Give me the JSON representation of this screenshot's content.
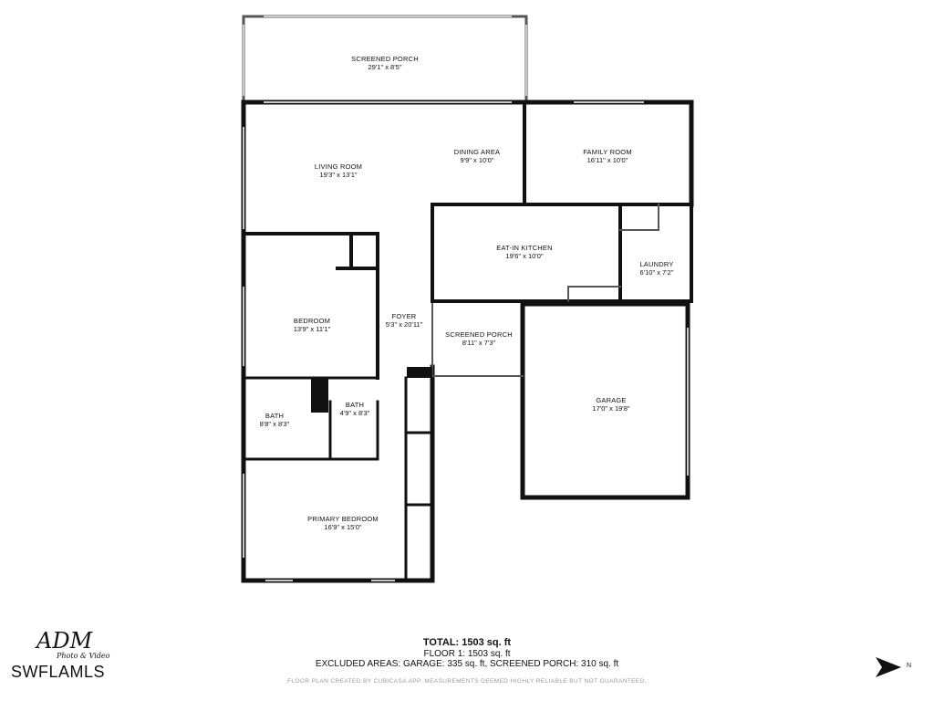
{
  "rooms": [
    {
      "id": "screened-porch-top",
      "name": "SCREENED PORCH",
      "dims": "29'1\" x 8'5\""
    },
    {
      "id": "living-room",
      "name": "LIVING ROOM",
      "dims": "19'3\" x 13'1\""
    },
    {
      "id": "dining-area",
      "name": "DINING AREA",
      "dims": "9'9\" x 10'0\""
    },
    {
      "id": "family-room",
      "name": "FAMILY ROOM",
      "dims": "16'11\" x 10'0\""
    },
    {
      "id": "eat-in-kitchen",
      "name": "EAT-IN KITCHEN",
      "dims": "19'6\" x 10'0\""
    },
    {
      "id": "laundry",
      "name": "LAUNDRY",
      "dims": "6'10\" x 7'2\""
    },
    {
      "id": "bedroom",
      "name": "BEDROOM",
      "dims": "13'9\" x 11'1\""
    },
    {
      "id": "foyer",
      "name": "FOYER",
      "dims": "5'3\" x 20'11\""
    },
    {
      "id": "screened-porch-mid",
      "name": "SCREENED PORCH",
      "dims": "8'11\" x 7'3\""
    },
    {
      "id": "garage",
      "name": "GARAGE",
      "dims": "17'0\" x 19'8\""
    },
    {
      "id": "bath-1",
      "name": "BATH",
      "dims": "8'8\" x 8'3\""
    },
    {
      "id": "bath-2",
      "name": "BATH",
      "dims": "4'9\" x 8'3\""
    },
    {
      "id": "primary-bedroom",
      "name": "PRIMARY BEDROOM",
      "dims": "16'9\" x 15'0\""
    }
  ],
  "summary": {
    "total": "TOTAL: 1503 sq. ft",
    "floor": "FLOOR 1: 1503 sq. ft",
    "excluded": "EXCLUDED AREAS: GARAGE: 335 sq. ft, SCREENED PORCH: 310 sq. ft",
    "credit": "FLOOR PLAN CREATED BY CUBICASA APP. MEASUREMENTS DEEMED HIGHLY RELIABLE BUT NOT GUARANTEED."
  },
  "logo": {
    "script": "ADM",
    "sub": "Photo & Video",
    "mark": "SWFLAMLS"
  },
  "compass": {
    "label": "N"
  },
  "colors": {
    "wall": "#111111",
    "thin_wall": "#555555",
    "window": "#9a9a9a",
    "paper": "#ffffff"
  }
}
